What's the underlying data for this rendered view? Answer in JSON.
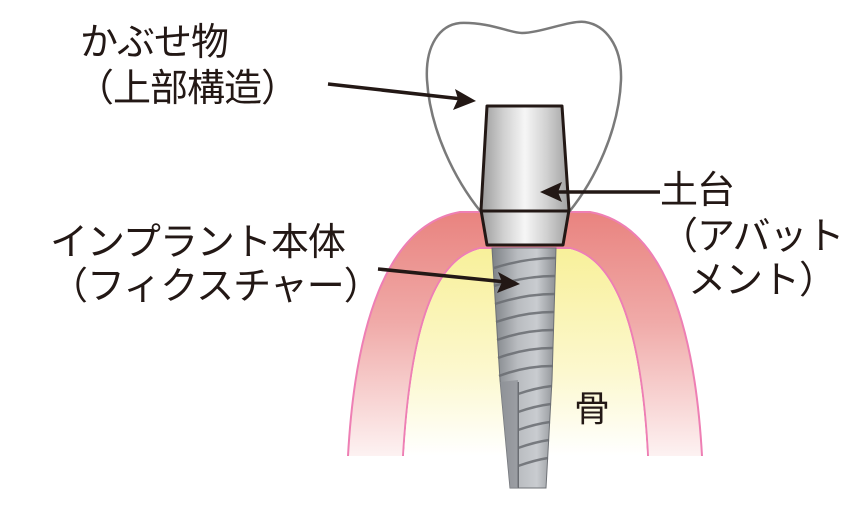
{
  "labels": {
    "crown": {
      "line1": "かぶせ物",
      "line2": "（上部構造）"
    },
    "abutment": {
      "line1": "土台",
      "line2": "（アバット",
      "line3": "メント）"
    },
    "fixture": {
      "line1": "インプラント本体",
      "line2": "（フィクスチャー）"
    },
    "bone": "骨"
  },
  "colors": {
    "gum": "#e98a86",
    "gum_edge": "#ee7fb4",
    "bone": "#fbf6b0",
    "crown_outline": "#7a7a7a",
    "abutment": "#d4d4d4",
    "fixture": "#a9acb0",
    "text": "#231815"
  }
}
